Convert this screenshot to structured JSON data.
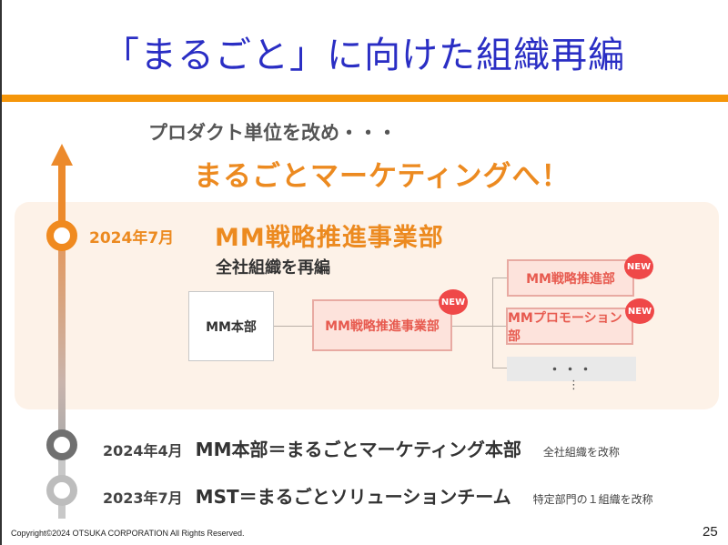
{
  "slide": {
    "title": "「まるごと」に向けた組織再編",
    "subtitle_lead": "プロダクト単位を改め・・・",
    "subtitle_main": "まるごとマーケティングへ！",
    "colors": {
      "title": "#2a2ec4",
      "accent": "#f5960a",
      "highlight": "#ec8a20",
      "new_badge": "#ef4848"
    }
  },
  "timeline": {
    "current": {
      "date": "2024年7月",
      "heading": "MM戦略推進事業部",
      "note": "全社組織を再編"
    },
    "org_chart": {
      "root": "MM本部",
      "middle": {
        "label": "MM戦略推進事業部",
        "badge": "NEW"
      },
      "children": [
        {
          "label": "MM戦略推進部",
          "badge": "NEW"
        },
        {
          "label": "MMプロモーション部",
          "badge": "NEW"
        },
        {
          "label": "・・・"
        }
      ],
      "more": "⋮"
    },
    "past": [
      {
        "date": "2024年4月",
        "heading": "MM本部＝まるごとマーケティング本部",
        "note": "全社組織を改称"
      },
      {
        "date": "2023年7月",
        "heading": "MST＝まるごとソリューションチーム",
        "note": "特定部門の１組織を改称"
      }
    ]
  },
  "footer": {
    "copyright": "Copyright©2024 OTSUKA CORPORATION All Rights Reserved.",
    "page_number": "25"
  }
}
